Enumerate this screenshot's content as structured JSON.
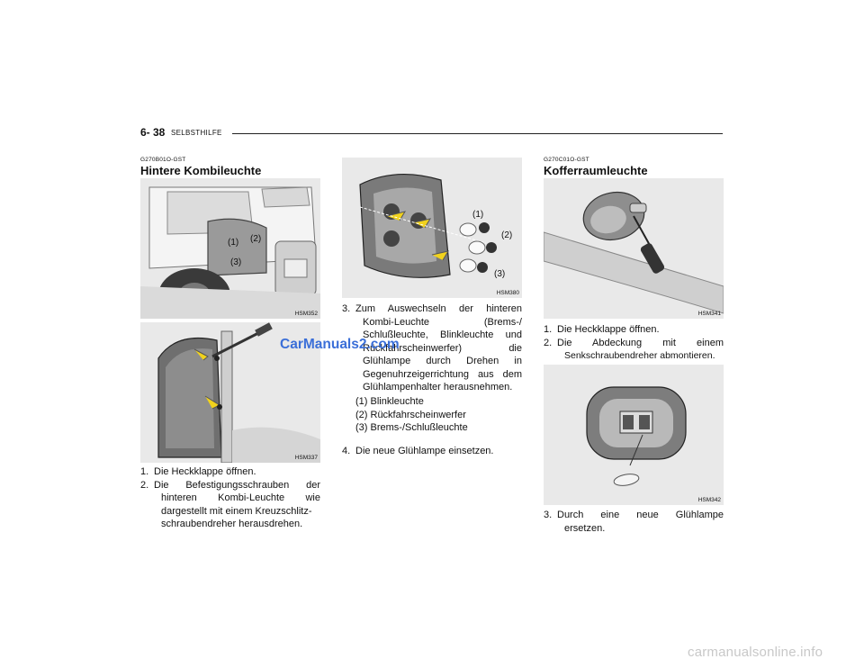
{
  "header": {
    "page_number": "6- 38",
    "section": "SELBSTHILFE"
  },
  "left": {
    "code": "G270B01O-GST",
    "title": "Hintere Kombileuchte",
    "figure1": {
      "code": "HSM352",
      "labels": [
        "(1)",
        "(2)",
        "(3)"
      ]
    },
    "figure2": {
      "code": "HSM337"
    },
    "steps": [
      {
        "num": "1.",
        "lines": [
          "Die Heckklappe öffnen."
        ]
      },
      {
        "num": "2.",
        "lines": [
          "Die Befestigungsschrauben der",
          "hinteren Kombi-Leuchte wie",
          "dargestellt mit einem Kreuzschlitz-",
          "schraubendreher herausdrehen."
        ]
      }
    ]
  },
  "middle": {
    "figure": {
      "code": "HSM380",
      "labels": [
        "(1)",
        "(2)",
        "(3)"
      ]
    },
    "steps": [
      {
        "num": "3.",
        "lines": [
          "Zum Auswechseln der hinteren",
          "Kombi-Leuchte (Brems-/",
          "Schlußleuchte, Blinkleuchte und",
          "Rückfahrscheinwerfer) die",
          "Glühlampe durch Drehen in",
          "Gegenuhrzeigerrichtung aus dem",
          "Glühlampenhalter herausnehmen."
        ]
      }
    ],
    "parts": [
      "(1) Blinkleuchte",
      "(2) Rückfahrscheinwerfer",
      "(3) Brems-/Schlußleuchte"
    ],
    "step4": {
      "num": "4.",
      "text": "Die neue Glühlampe einsetzen."
    }
  },
  "right": {
    "code": "G270C01O-GST",
    "title": "Kofferraumleuchte",
    "figure1": {
      "code": "HSM341"
    },
    "steps": [
      {
        "num": "1.",
        "lines": [
          "Die Heckklappe öffnen."
        ]
      },
      {
        "num": "2.",
        "lines": [
          "Die Abdeckung mit einem",
          "Senkschraubendreher abmontieren."
        ]
      }
    ],
    "figure2": {
      "code": "HSM342"
    },
    "step3": {
      "num": "3.",
      "lines": [
        "Durch eine neue Glühlampe",
        "ersetzen."
      ]
    }
  },
  "watermark": "CarManuals2.com",
  "footer": "carmanualsonline.info"
}
